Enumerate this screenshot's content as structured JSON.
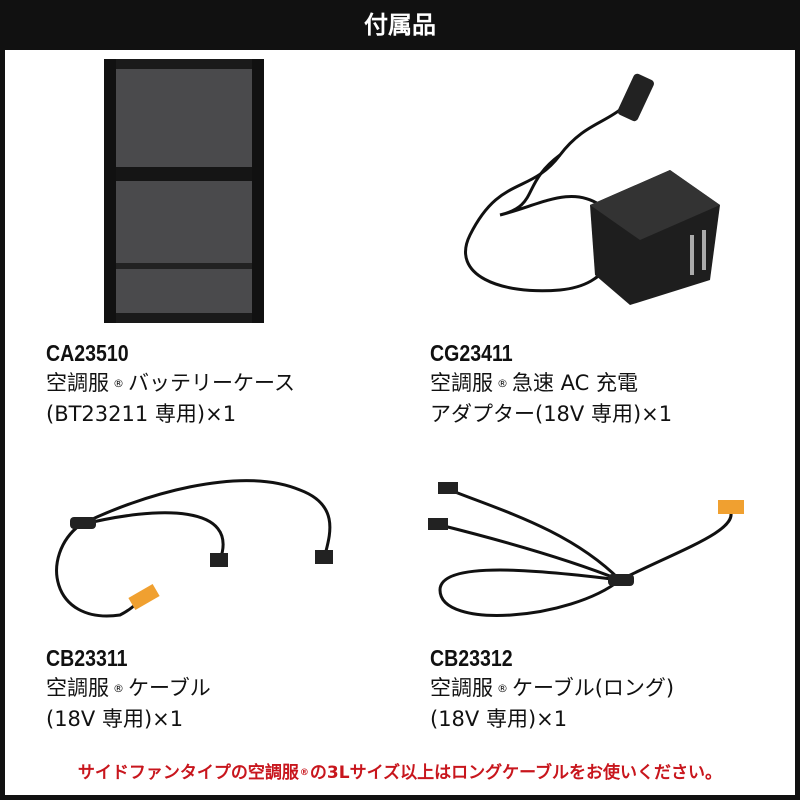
{
  "header": {
    "title": "付属品"
  },
  "items": [
    {
      "model": "CA23510",
      "name_prefix": "空調服",
      "reg": "®",
      "name_rest": "バッテリーケース",
      "line2": "(BT23211 専用)×1"
    },
    {
      "model": "CG23411",
      "name_prefix": "空調服",
      "reg": "®",
      "name_rest": "急速 AC 充電",
      "line2": "アダプター(18V 専用)×1"
    },
    {
      "model": "CB23311",
      "name_prefix": "空調服",
      "reg": "®",
      "name_rest": "ケーブル",
      "line2": "(18V 専用)×1"
    },
    {
      "model": "CB23312",
      "name_prefix": "空調服",
      "reg": "®",
      "name_rest": "ケーブル(ロング)",
      "line2": "(18V 専用)×1"
    }
  ],
  "note": {
    "part1": "サイドファンタイプの空調服",
    "reg": "®",
    "part2": "の3Lサイズ以上はロングケーブルをお使いください。"
  },
  "colors": {
    "note": "#c8161d",
    "header_bg": "#111111",
    "connector": "#f0a030"
  }
}
